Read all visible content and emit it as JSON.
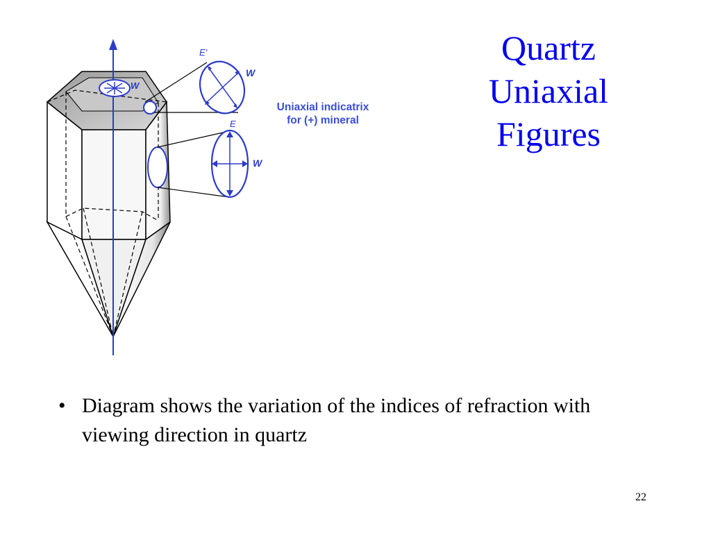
{
  "title": {
    "lines": [
      "Quartz",
      "Uniaxial",
      "Figures"
    ]
  },
  "diagram": {
    "indicatrix_label_line1": "Uniaxial indicatrix",
    "indicatrix_label_line2": "for (+) mineral",
    "label_top_E": "E'",
    "label_top_W": "W",
    "label_top_face_W": "W",
    "label_side_E": "E",
    "label_side_W": "W",
    "colors": {
      "blue": "#2b3ac9",
      "outline": "#000000",
      "shade_light": "#d9d9d9",
      "shade_dark": "#8c8c8c"
    }
  },
  "bullets": [
    "Diagram shows the variation of the indices of refraction with viewing direction in quartz"
  ],
  "page_number": "22"
}
